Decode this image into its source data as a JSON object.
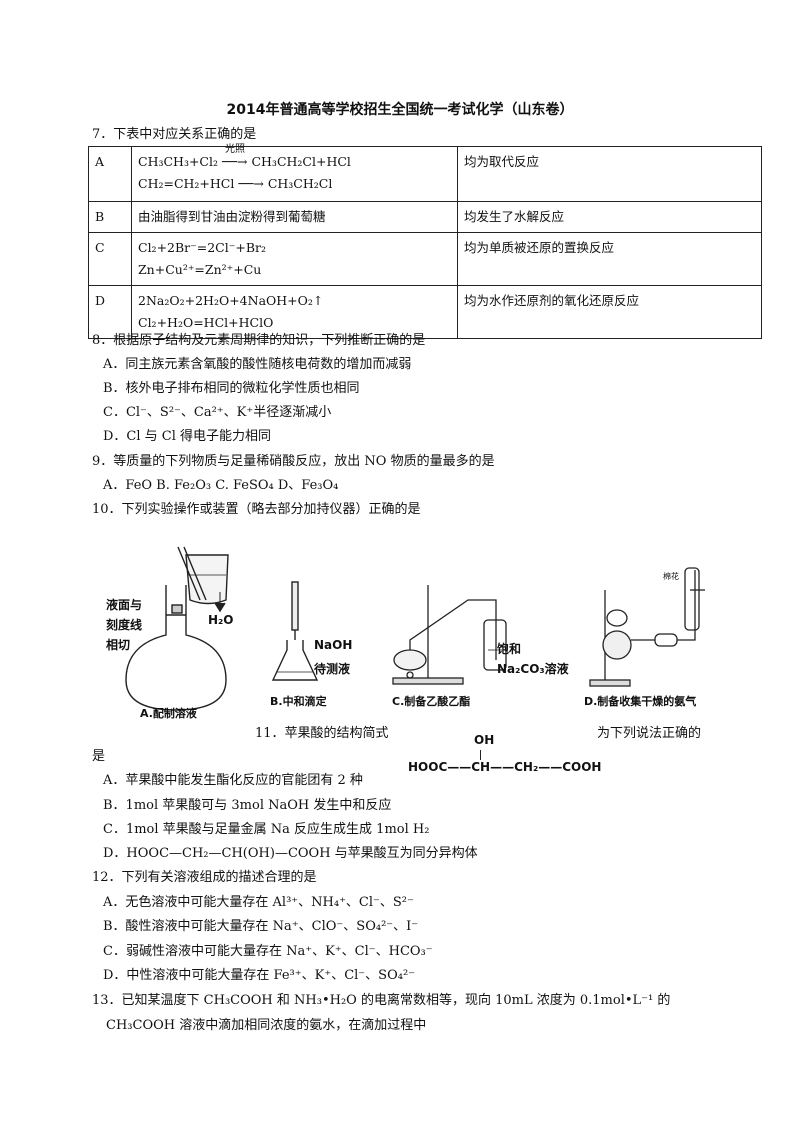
{
  "title": "2014年普通高等学校招生全国统一考试化学（山东卷）",
  "q7": {
    "stem": "7．下表中对应关系正确的是",
    "rows": [
      {
        "opt": "A",
        "line1": "CH₃CH₃+Cl₂ ──→ CH₃CH₂Cl+HCl",
        "cond": "光照",
        "line2": "CH₂=CH₂+HCl ──→ CH₃CH₂Cl",
        "desc": "均为取代反应"
      },
      {
        "opt": "B",
        "line1": "由油脂得到甘油由淀粉得到葡萄糖",
        "line2": "",
        "desc": "均发生了水解反应"
      },
      {
        "opt": "C",
        "line1": "Cl₂+2Br⁻=2Cl⁻+Br₂",
        "line2": "Zn+Cu²⁺=Zn²⁺+Cu",
        "desc": "均为单质被还原的置换反应"
      },
      {
        "opt": "D",
        "line1": "2Na₂O₂+2H₂O+4NaOH+O₂↑",
        "line2": "Cl₂+H₂O=HCl+HClO",
        "desc": "均为水作还原剂的氧化还原反应"
      }
    ]
  },
  "q8": {
    "stem": "8．根据原子结构及元素周期律的知识，下列推断正确的是",
    "options": [
      "A．同主族元素含氧酸的酸性随核电荷数的增加而减弱",
      "B．核外电子排布相同的微粒化学性质也相同",
      "C．Cl⁻、S²⁻、Ca²⁺、K⁺半径逐渐减小",
      "D．Cl 与 Cl 得电子能力相同"
    ]
  },
  "q9": {
    "stem": "9．等质量的下列物质与足量稀硝酸反应，放出 NO 物质的量最多的是",
    "options": "A．FeO     B. Fe₂O₃     C. FeSO₄     D、Fe₃O₄"
  },
  "q10": {
    "stem": "10．下列实验操作或装置（略去部分加持仪器）正确的是",
    "fig_a": {
      "label_1": "液面与",
      "label_2": "刻度线",
      "label_3": "相切",
      "water": "H₂O",
      "caption": "A.配制溶液"
    },
    "fig_b": {
      "reagent": "NaOH",
      "sample": "待测液",
      "caption": "B.中和滴定"
    },
    "fig_c": {
      "label_1": "饱和",
      "label_2": "Na₂CO₃溶液",
      "caption": "C.制备乙酸乙酯"
    },
    "fig_d": {
      "label": "棉花",
      "caption": "D.制备收集干燥的氨气"
    }
  },
  "q11": {
    "stem_left": "11．苹果酸的结构简式",
    "stem_right": "为下列说法正确的",
    "stem_end": "是",
    "struct_top": "OH",
    "struct_main": "HOOC——CH——CH₂——COOH",
    "options": [
      "A．苹果酸中能发生酯化反应的官能团有 2 种",
      "B．1mol 苹果酸可与 3mol NaOH 发生中和反应",
      "C．1mol 苹果酸与足量金属 Na 反应生成生成 1mol H₂",
      "D．HOOC—CH₂—CH(OH)—COOH 与苹果酸互为同分异构体"
    ]
  },
  "q12": {
    "stem": "12．下列有关溶液组成的描述合理的是",
    "options": [
      "A．无色溶液中可能大量存在 Al³⁺、NH₄⁺、Cl⁻、S²⁻",
      "B．酸性溶液中可能大量存在 Na⁺、ClO⁻、SO₄²⁻、I⁻",
      "C．弱碱性溶液中可能大量存在 Na⁺、K⁺、Cl⁻、HCO₃⁻",
      "D．中性溶液中可能大量存在 Fe³⁺、K⁺、Cl⁻、SO₄²⁻"
    ]
  },
  "q13": {
    "line1": "13．已知某温度下 CH₃COOH 和 NH₃•H₂O 的电离常数相等，现向 10mL 浓度为 0.1mol•L⁻¹ 的",
    "line2": "CH₃COOH 溶液中滴加相同浓度的氨水，在滴加过程中"
  }
}
